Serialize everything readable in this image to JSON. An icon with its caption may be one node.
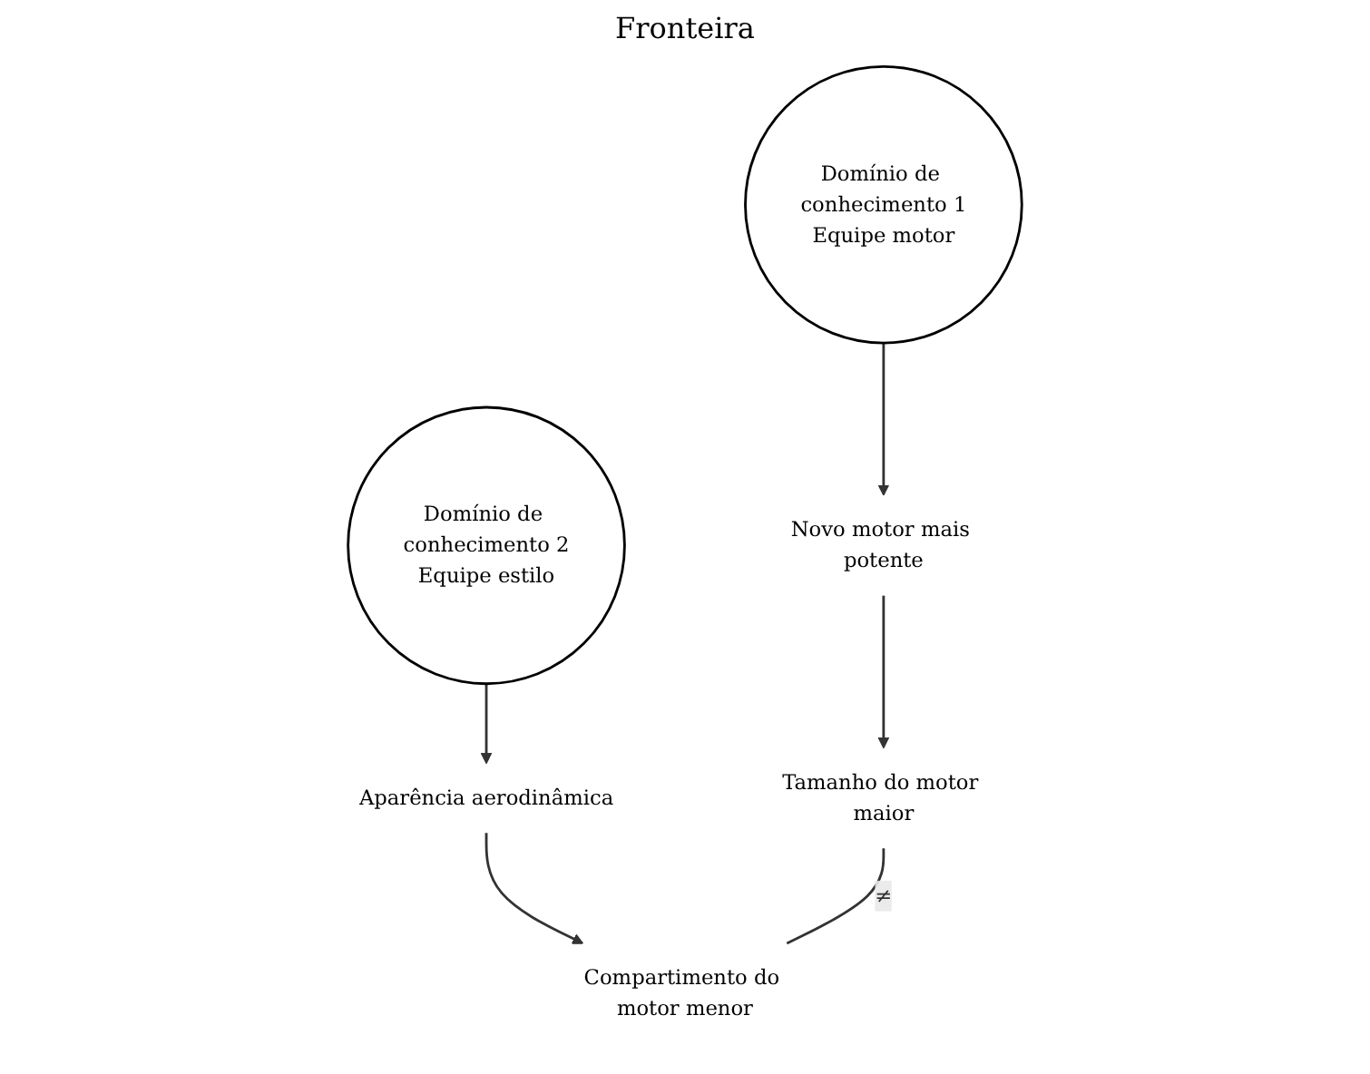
{
  "diagram": {
    "nodes": [
      {
        "text": [
          "Domínio de conhecimento 1",
          "Equipe motor"
        ]
      },
      {
        "text": [
          "Domínio de conhecimento 2",
          "Equipe estilo"
        ]
      },
      {
        "text": [
          "Novo motor mais potente"
        ]
      },
      {
        "text": [
          "Aparência aerodinâmica"
        ]
      },
      {
        "text": [
          "Tamanho do motor maior"
        ]
      },
      {
        "text": [
          "Compartimento do motor menor"
        ]
      }
    ],
    "edges": [
      {
        "from": 0,
        "to": 2,
        "arrow": "to"
      },
      {
        "from": 1,
        "to": 3,
        "arrow": "to"
      },
      {
        "from": 2,
        "to": 4,
        "arrow": "to"
      },
      {
        "from": 3,
        "to": 5,
        "arrow": "to"
      },
      {
        "from": 4,
        "to": 5,
        "arrow": "none",
        "label": "≠"
      }
    ],
    "labels": [
      "Fronteira"
    ]
  }
}
